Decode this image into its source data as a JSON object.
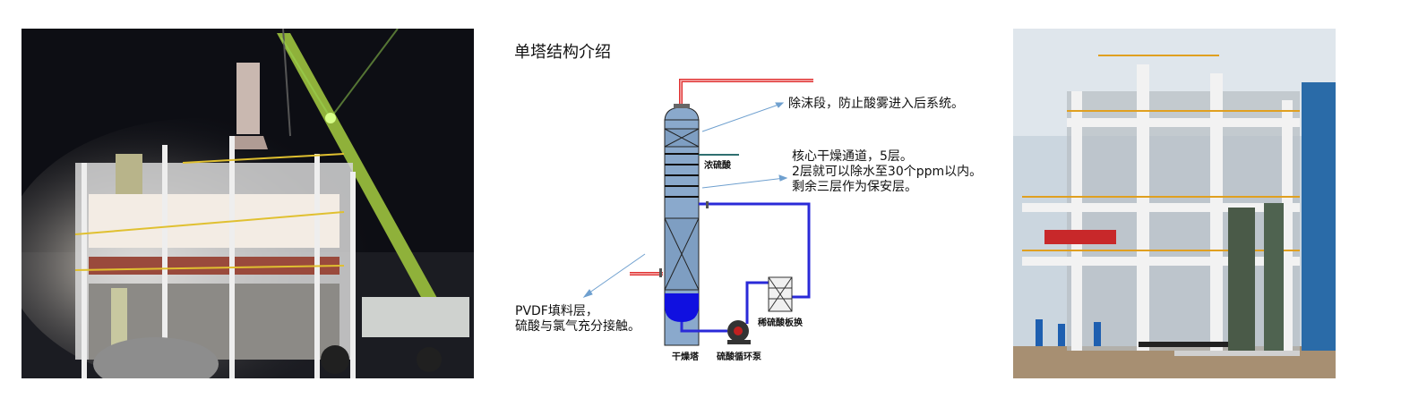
{
  "diagram": {
    "title": "单塔结构介绍",
    "annotations": {
      "demister": "除沫段，防止酸雾进入后系统。",
      "core_line1": "核心干燥通道，5层。",
      "core_line2": "2层就可以除水至30个ppm以内。",
      "core_line3": "剩余三层作为保安层。",
      "pvdf_line1": "PVDF填料层，",
      "pvdf_line2": "硫酸与氯气充分接触。"
    },
    "labels": {
      "conc_acid": "浓硫酸",
      "dilute_plate": "稀硫酸板换",
      "drying_tower": "干燥塔",
      "circ_pump": "硫酸循环泵"
    },
    "colors": {
      "gas_line": "#e03030",
      "acid_line": "#2a2ad8",
      "tower_body": "#8aa9cc",
      "liquid": "#1010e0"
    }
  },
  "photos": {
    "left_banner": "",
    "right_banner": ""
  }
}
